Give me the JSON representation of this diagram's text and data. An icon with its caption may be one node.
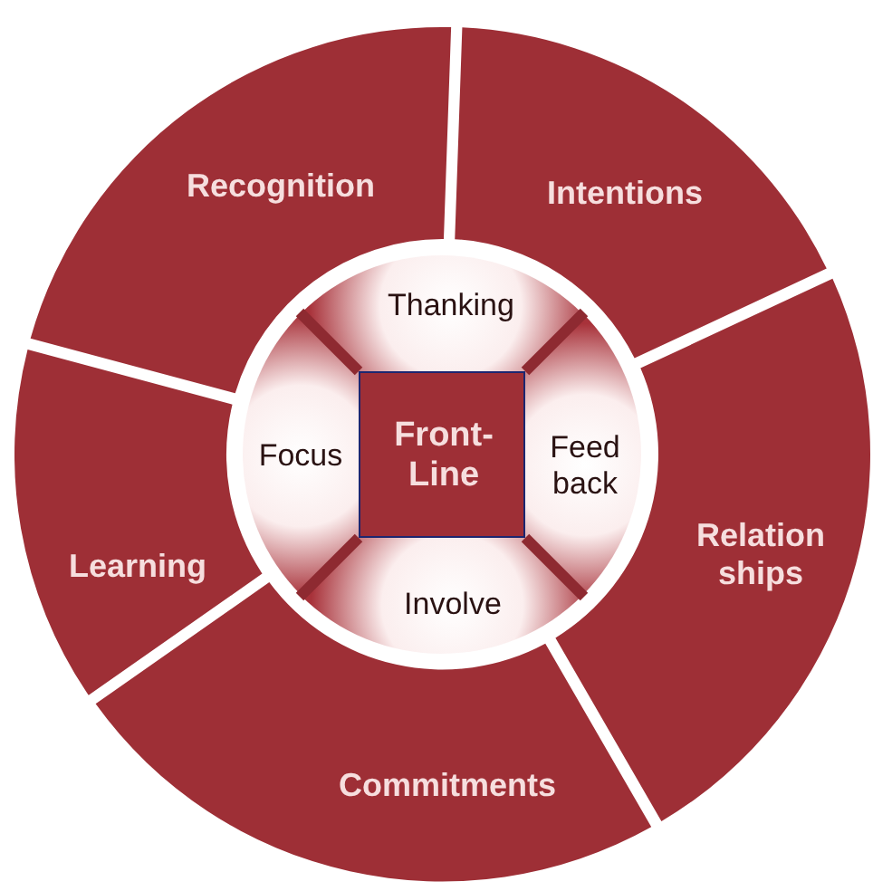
{
  "diagram": {
    "nodes": [
      {
        "text": [
          "Recognition"
        ]
      },
      {
        "text": [
          "Intentions"
        ]
      },
      {
        "text": [
          "Relation ships"
        ]
      },
      {
        "text": [
          "Commitments"
        ]
      },
      {
        "text": [
          "Learning"
        ]
      },
      {
        "text": [
          "Thanking"
        ]
      },
      {
        "text": [
          "Feed back"
        ]
      },
      {
        "text": [
          "Involve"
        ]
      },
      {
        "text": [
          "Focus"
        ]
      },
      {
        "text": [
          "Front-Line"
        ]
      }
    ]
  }
}
